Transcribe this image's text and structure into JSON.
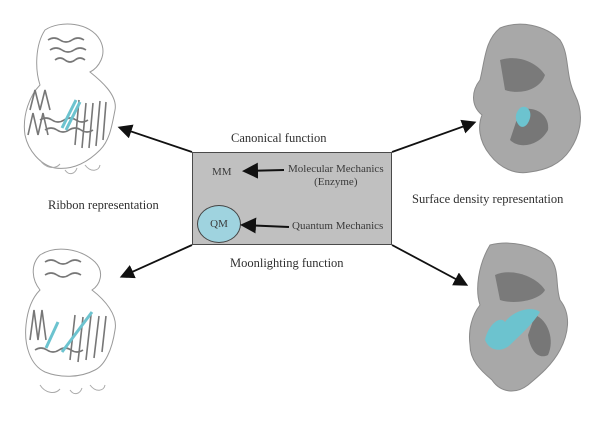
{
  "diagram": {
    "center_box": {
      "top_label": "Canonical function",
      "bottom_label": "Moonlighting function",
      "mm_label": "MM",
      "qm_label": "QM",
      "molecular_mechanics_line1": "Molecular Mechanics",
      "molecular_mechanics_line2": "(Enzyme)",
      "quantum_mechanics": "Quantum Mechanics"
    },
    "left_label": "Ribbon representation",
    "right_label": "Surface density representation",
    "images": {
      "top_left": "ribbon protein structure (canonical, cyan helix highlighted)",
      "bottom_left": "ribbon protein structure (moonlighting, cyan helices highlighted)",
      "top_right": "surface density protein structure (canonical, cyan patch)",
      "bottom_right": "surface density protein structure (moonlighting, larger cyan patch)"
    },
    "colors": {
      "box_fill": "#c0c0c0",
      "qm_fill": "#9fd3df",
      "highlight_cyan": "#6cc3cf",
      "protein_gray": "#8a8a8a"
    }
  }
}
